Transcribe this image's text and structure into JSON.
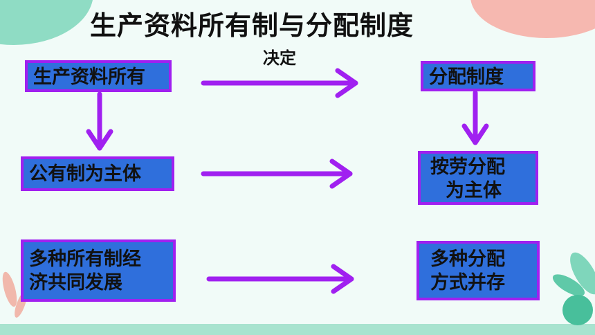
{
  "title": "生产资料所有制与分配制度",
  "decide_label": "决定",
  "left_boxes": {
    "ownership": "生产资料所有",
    "public_main": "公有制为主体",
    "multi_line1": "多种所有制经",
    "multi_line2": "济共同发展"
  },
  "right_boxes": {
    "distribution": "分配制度",
    "labor_line1": "按劳分配",
    "labor_line2": "为主体",
    "multi_line1": "多种分配",
    "multi_line2": "方式并存"
  },
  "colors": {
    "box_fill": "#2f6fdc",
    "box_border": "#a020f0",
    "arrow": "#a020f0",
    "background": "#f1fbf8"
  }
}
